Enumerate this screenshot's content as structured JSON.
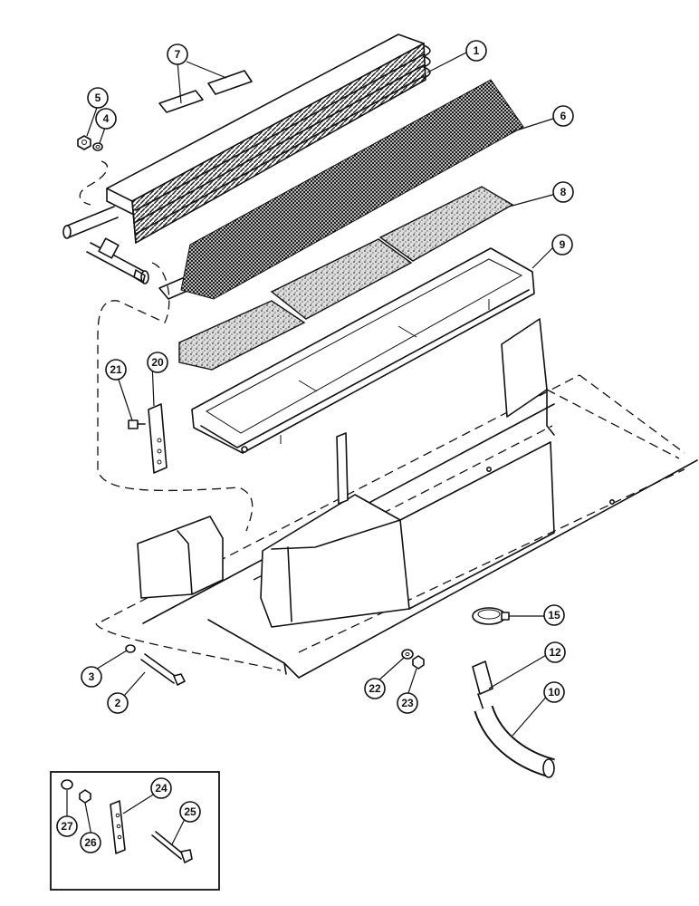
{
  "callouts": [
    {
      "id": "1",
      "label": "1"
    },
    {
      "id": "2",
      "label": "2"
    },
    {
      "id": "3",
      "label": "3"
    },
    {
      "id": "4",
      "label": "4"
    },
    {
      "id": "5",
      "label": "5"
    },
    {
      "id": "6",
      "label": "6"
    },
    {
      "id": "7",
      "label": "7"
    },
    {
      "id": "8",
      "label": "8"
    },
    {
      "id": "9",
      "label": "9"
    },
    {
      "id": "10",
      "label": "10"
    },
    {
      "id": "12",
      "label": "12"
    },
    {
      "id": "15",
      "label": "15"
    },
    {
      "id": "20",
      "label": "20"
    },
    {
      "id": "21",
      "label": "21"
    },
    {
      "id": "22",
      "label": "22"
    },
    {
      "id": "23",
      "label": "23"
    },
    {
      "id": "24",
      "label": "24"
    },
    {
      "id": "25",
      "label": "25"
    },
    {
      "id": "26",
      "label": "26"
    },
    {
      "id": "27",
      "label": "27"
    }
  ]
}
